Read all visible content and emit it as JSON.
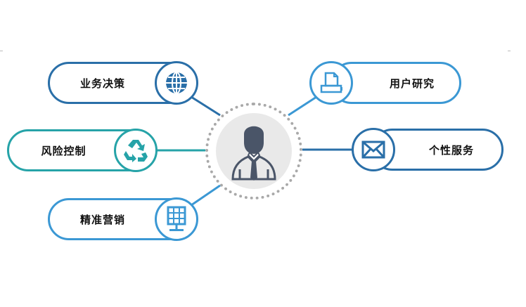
{
  "diagram": {
    "center": {
      "icon": "businessman-icon",
      "colors": {
        "disc": "#e9e9e9",
        "figure": "#4a5568",
        "ring": "#a9a9a9"
      }
    },
    "nodes": [
      {
        "id": "business-decision",
        "label": "业务决策",
        "icon": "globe-icon",
        "color": "#2a6fa8",
        "side": "left"
      },
      {
        "id": "risk-control",
        "label": "风险控制",
        "icon": "recycle-icon",
        "color": "#26a3a8",
        "side": "left"
      },
      {
        "id": "precision-marketing",
        "label": "精准营销",
        "icon": "solar-panel-icon",
        "color": "#3b98d4",
        "side": "left"
      },
      {
        "id": "user-research",
        "label": "用户研究",
        "icon": "printer-document-icon",
        "color": "#3b98d4",
        "side": "right"
      },
      {
        "id": "personalized-service",
        "label": "个性服务",
        "icon": "envelope-icon",
        "color": "#2a6fa8",
        "side": "right"
      }
    ]
  }
}
